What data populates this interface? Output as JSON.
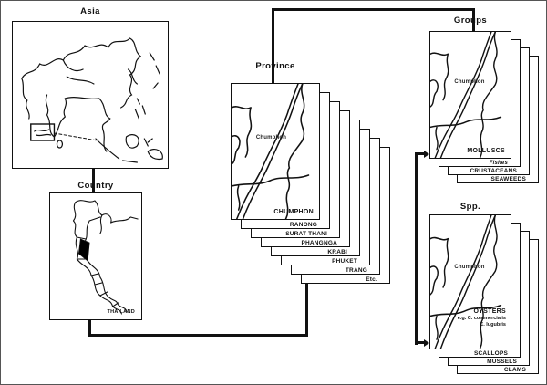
{
  "titles": {
    "asia": "Asia",
    "country": "Country",
    "province": "Province",
    "groups": "Groups",
    "species": "Spp."
  },
  "country": {
    "name_label": "THAILAND"
  },
  "province": {
    "map_label": "Chumphon",
    "front_label": "CHUMPHON",
    "stack": [
      "RANONG",
      "SURAT THANI",
      "PHANGNGA",
      "KRABI",
      "PHUKET",
      "TRANG",
      "Etc."
    ]
  },
  "groups": {
    "map_label": "Chumphon",
    "front_label": "MOLLUSCS",
    "stack": [
      "Fishes",
      "CRUSTACEANS",
      "SEAWEEDS"
    ]
  },
  "species": {
    "map_label": "Chumphon",
    "front_line1": "OYSTERS",
    "front_line2": "e.g. C. commercialis",
    "front_line3": "C. lugubris",
    "stack": [
      "SCALLOPS",
      "MUSSELS",
      "CLAMS"
    ]
  },
  "colors": {
    "ink": "#111111",
    "paper": "#ffffff"
  }
}
